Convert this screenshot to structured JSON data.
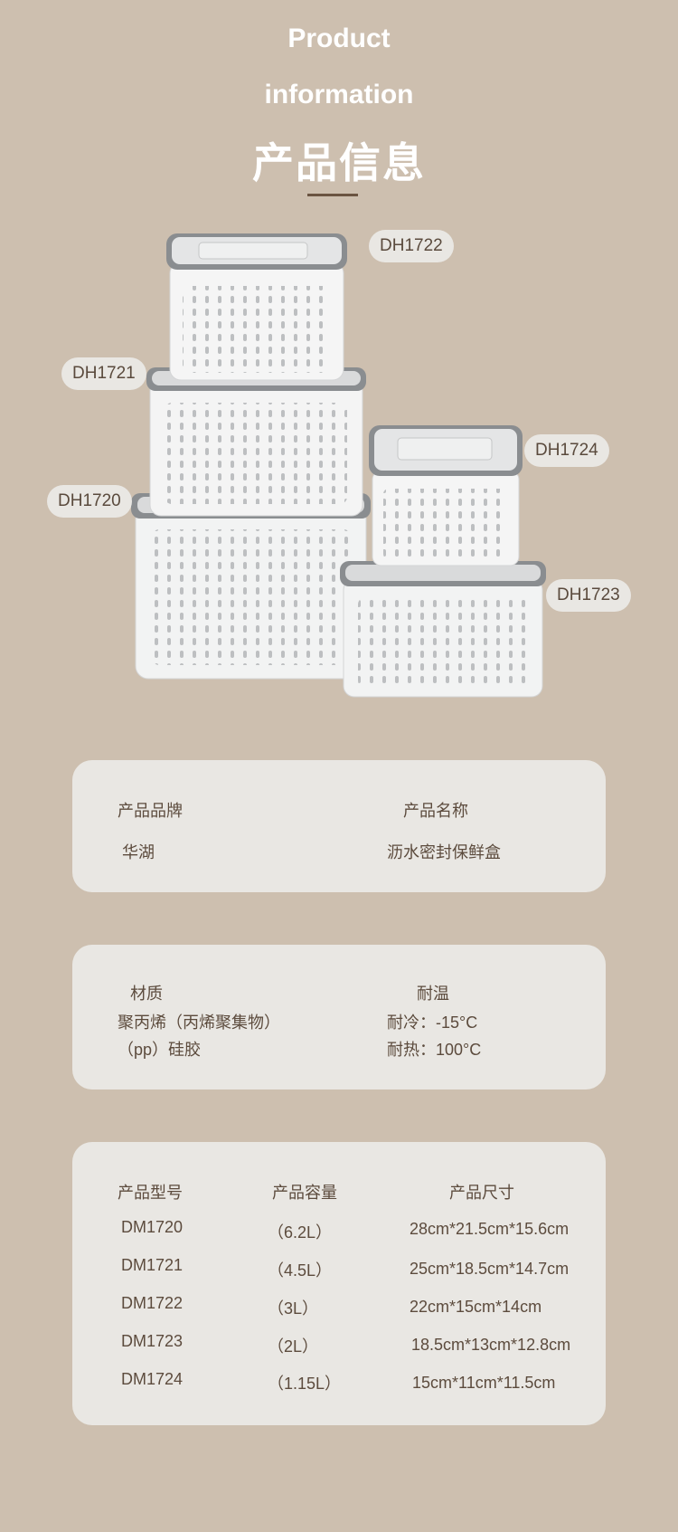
{
  "header": {
    "title_en_1": "Product",
    "title_en_2": "information",
    "title_cn": "产品信息"
  },
  "models": {
    "dh1722": "DH1722",
    "dh1721": "DH1721",
    "dh1724": "DH1724",
    "dh1720": "DH1720",
    "dh1723": "DH1723"
  },
  "card1": {
    "brand_label": "产品品牌",
    "brand_value": "华湖",
    "name_label": "产品名称",
    "name_value": "沥水密封保鲜盒"
  },
  "card2": {
    "material_label": "材质",
    "material_line1": "聚丙烯（丙烯聚集物）",
    "material_line2": "（pp）硅胶",
    "temp_label": "耐温",
    "temp_cold": "耐冷：-15°C",
    "temp_hot": "耐热：100°C"
  },
  "card3": {
    "col_model": "产品型号",
    "col_capacity": "产品容量",
    "col_size": "产品尺寸",
    "rows": [
      {
        "model": "DM1720",
        "capacity": "（6.2L）",
        "size": "28cm*21.5cm*15.6cm"
      },
      {
        "model": "DM1721",
        "capacity": "（4.5L）",
        "size": "25cm*18.5cm*14.7cm"
      },
      {
        "model": "DM1722",
        "capacity": "（3L）",
        "size": "22cm*15cm*14cm"
      },
      {
        "model": "DM1723",
        "capacity": "（2L）",
        "size": "18.5cm*13cm*12.8cm"
      },
      {
        "model": "DM1724",
        "capacity": "（1.15L）",
        "size": "15cm*11cm*11.5cm"
      }
    ]
  },
  "colors": {
    "background": "#cdbfaf",
    "card": "#e9e7e3",
    "text": "#5c4b3d",
    "divider": "#6b5441"
  }
}
